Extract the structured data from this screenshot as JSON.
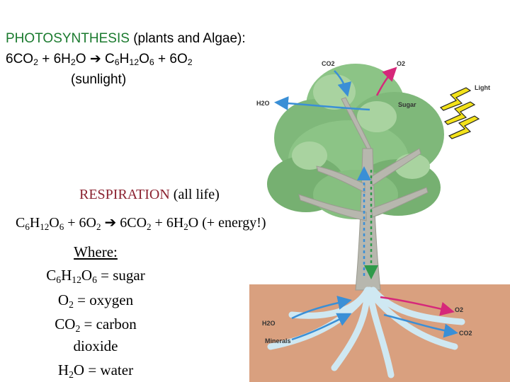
{
  "photosynthesis": {
    "title": "PHOTOSYNTHESIS",
    "qualifier": "(plants and Algae):",
    "eq_lhs": {
      "a": "6CO",
      "a_sub": "2",
      "b": " + 6H",
      "b_sub": "2",
      "c": "O"
    },
    "arrow": "➔",
    "eq_rhs": {
      "a": " C",
      "a_sub": "6",
      "b": "H",
      "b_sub": "12",
      "c": "O",
      "c_sub": "6",
      "d": " + 6O",
      "d_sub": "2"
    },
    "note": "(sunlight)"
  },
  "respiration": {
    "title": "RESPIRATION",
    "qualifier": " (all life)",
    "eq": {
      "p1": "C",
      "s1": "6",
      "p2": "H",
      "s2": "12",
      "p3": "O",
      "s3": "6",
      "p4": " + 6O",
      "s4": "2",
      "arrow": "➔",
      "p5": " 6CO",
      "s5": "2",
      "p6": " + 6H",
      "s6": "2",
      "p7": "O (+ energy!)"
    }
  },
  "where": {
    "title": "Where:",
    "sugar": {
      "p1": "C",
      "s1": "6",
      "p2": "H",
      "s2": "12",
      "p3": "O",
      "s3": "6",
      "p4": " = sugar"
    },
    "oxygen": {
      "p1": "O",
      "s1": "2",
      "p2": " = oxygen"
    },
    "carbon": {
      "p1": "CO",
      "s1": "2",
      "p2": " = carbon"
    },
    "carbon_cont": "dioxide",
    "water": {
      "p1": "H",
      "s1": "2",
      "p2": "O = water"
    }
  },
  "diagram": {
    "labels": {
      "co2_top": "CO2",
      "o2_top": "O2",
      "light": "Light",
      "h2o_top": "H2O",
      "sugar": "Sugar",
      "o2_bottom": "O2",
      "h2o_bottom": "H2O",
      "co2_bottom": "CO2",
      "minerals": "Minerals"
    },
    "colors": {
      "foliage": "#7fb87a",
      "foliage_light": "#a9d3a0",
      "soil": "#d9a07f",
      "sky_arrow": "#3a8fd6",
      "sugar_arrow": "#2f9a4a",
      "oxygen_arrow": "#d6287a",
      "light_bolt": "#f3e21a"
    }
  }
}
